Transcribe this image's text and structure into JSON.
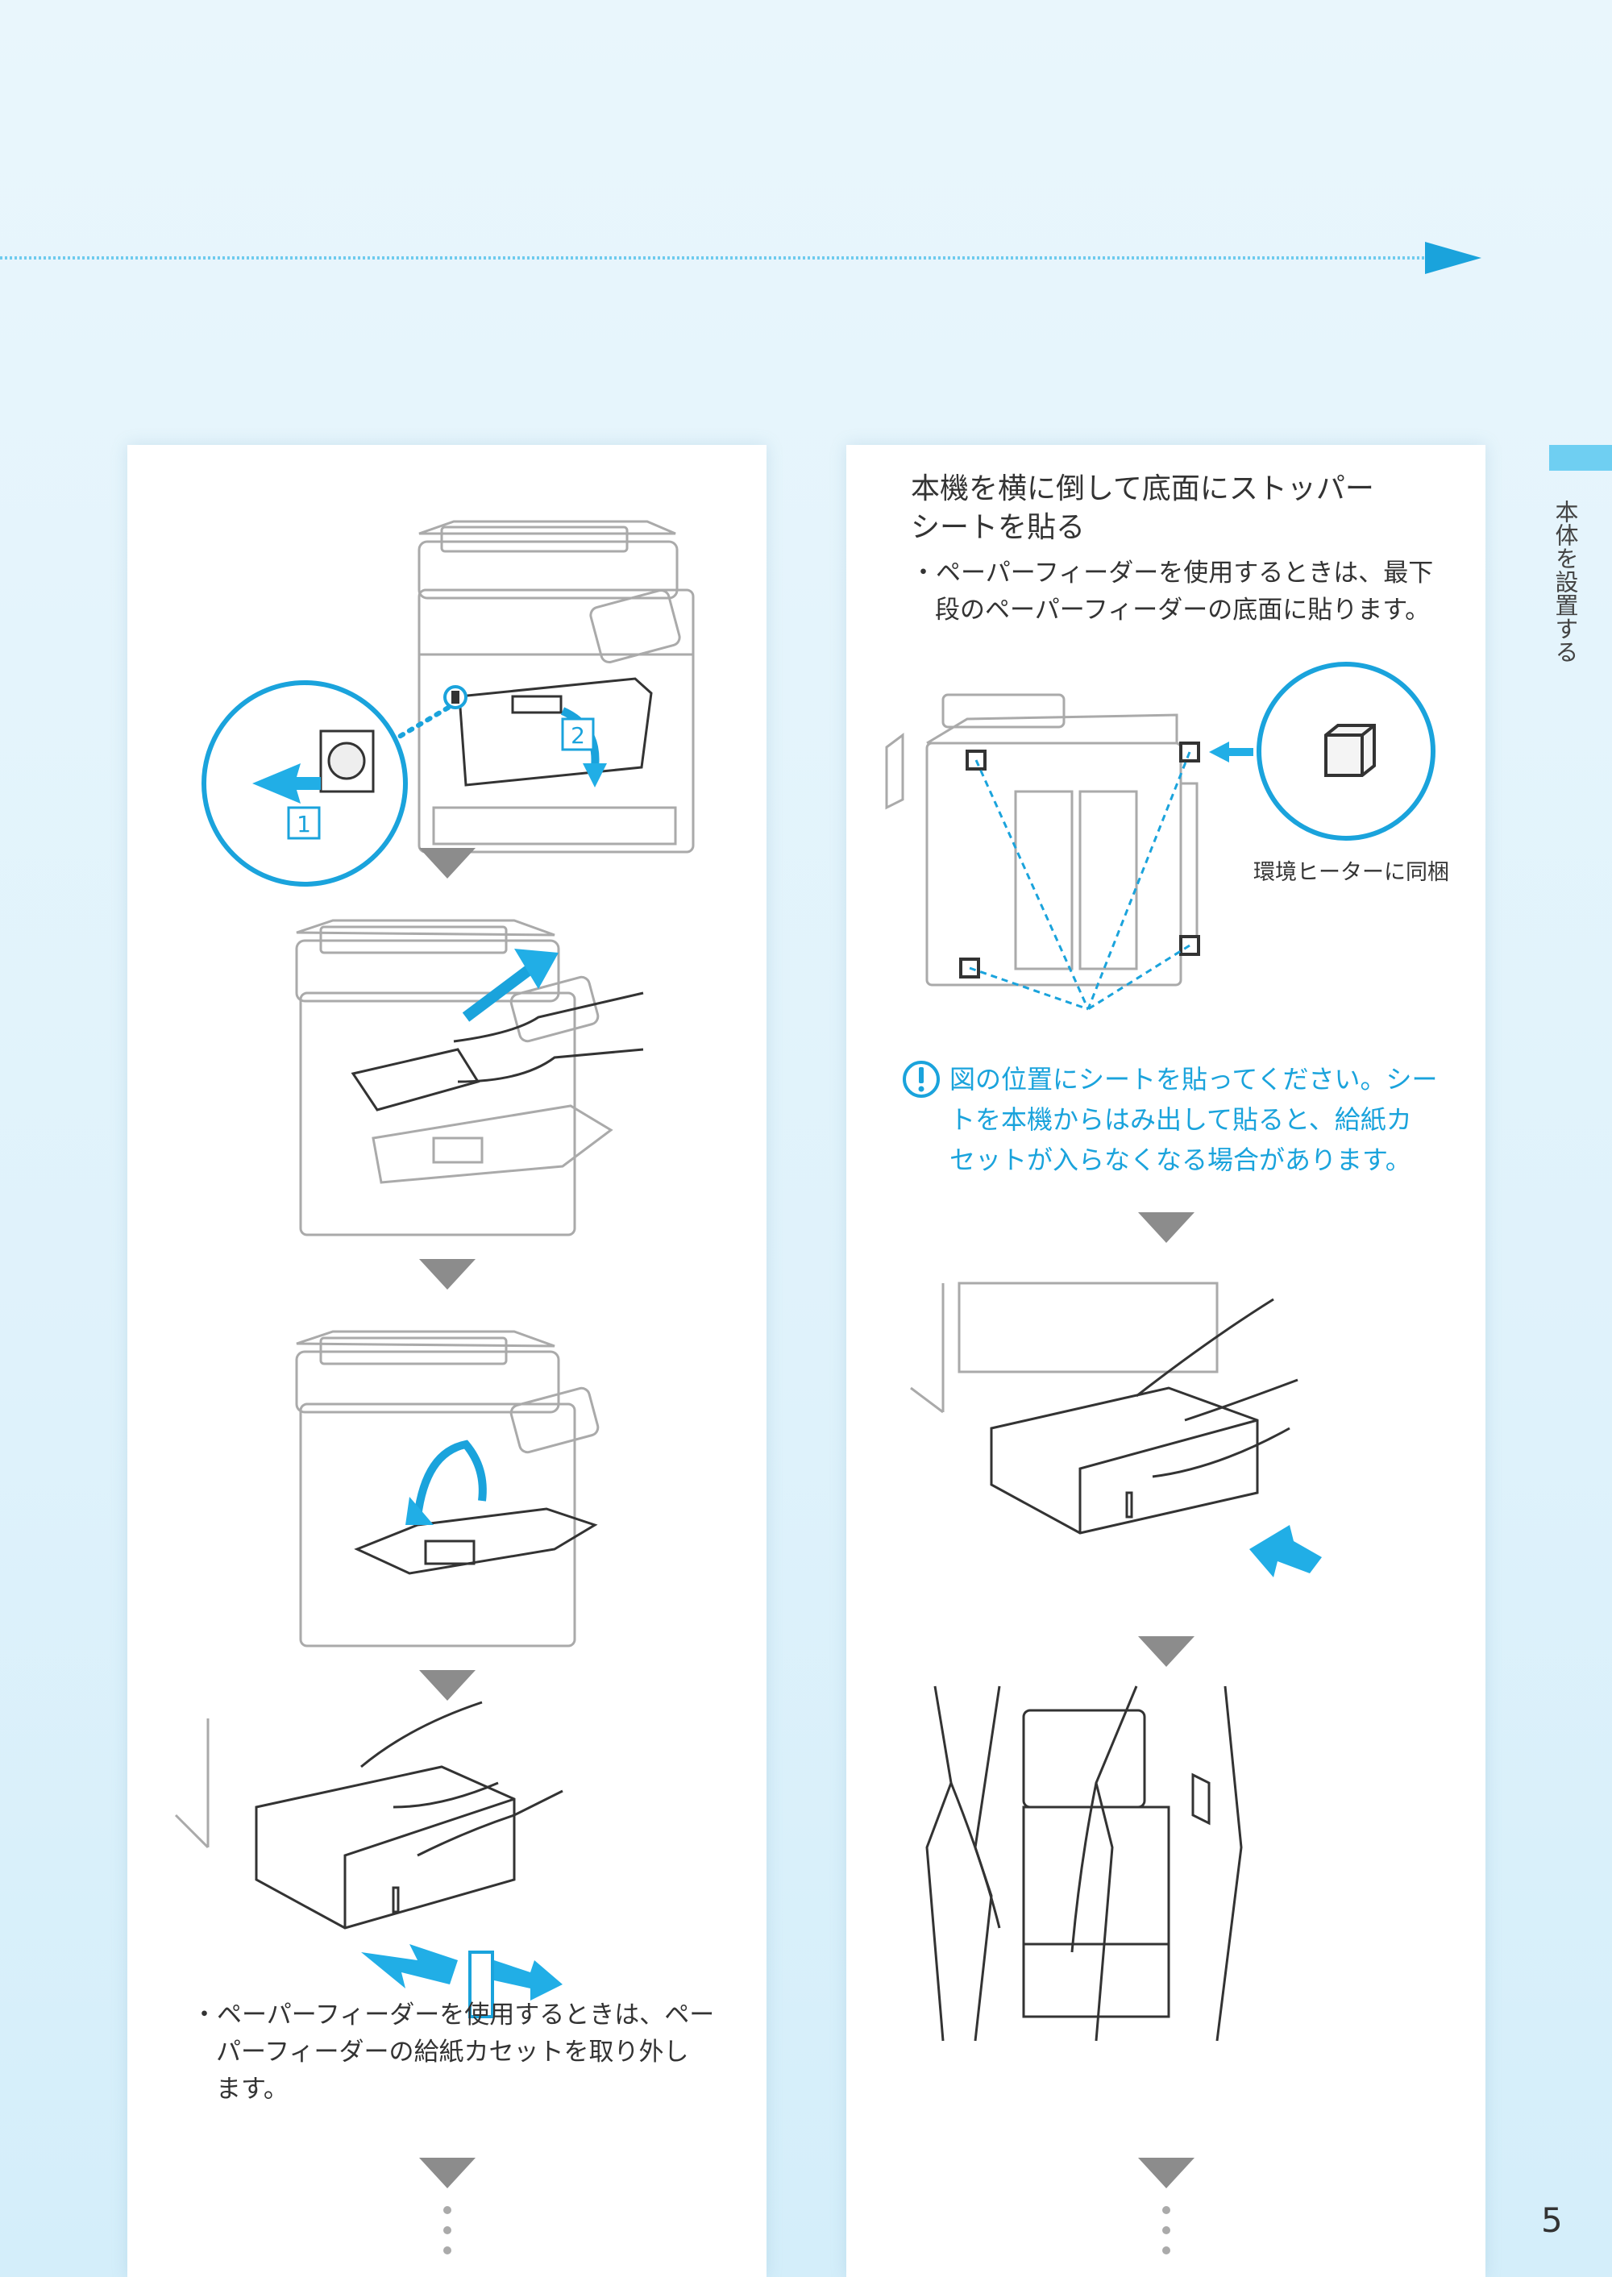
{
  "side_tab": {
    "label": "本体を設置する"
  },
  "page_number": "5",
  "left_panel": {
    "step_badges": [
      "1",
      "2"
    ],
    "note_lines": [
      "・ペーパーフィーダーを使用するときは、ペー",
      "パーフィーダーの給紙カセットを取り外し",
      "ます。"
    ]
  },
  "right_panel": {
    "heading_lines": [
      "本機を横に倒して底面にストッパー",
      "シートを貼る"
    ],
    "bullet_lines": [
      "・ペーパーフィーダーを使用するときは、最下",
      "段のペーパーフィーダーの底面に貼ります。"
    ],
    "callout_label": "環境ヒーターに同梱",
    "warning_lines": [
      "図の位置にシートを貼ってください。シー",
      "トを本機からはみ出して貼ると、給紙カ",
      "セットが入らなくなる場合があります。"
    ]
  },
  "colors": {
    "accent": "#1aa3dc",
    "arrow_fill": "#21aee6",
    "tab": "#6fcff2",
    "step_triangle": "#8c8c8c",
    "background": "#e2f3fb"
  },
  "icons": [
    "arrow-right-icon",
    "step-down-triangle-icon",
    "warning-exclamation-icon",
    "continue-dots-icon"
  ]
}
